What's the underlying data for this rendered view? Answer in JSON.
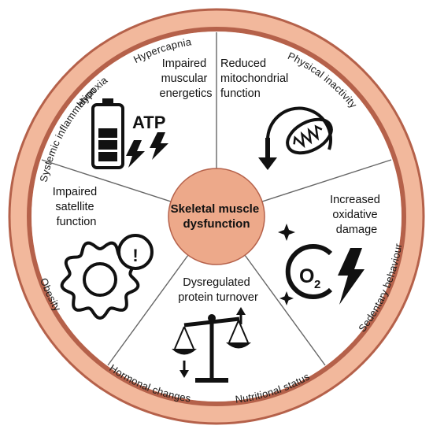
{
  "colors": {
    "ring_fill": "#f2b89c",
    "ring_stroke": "#b5614a",
    "center_fill": "#eda98a",
    "divider": "#666666",
    "ink": "#111111"
  },
  "outer_ring": {
    "labels": [
      "Hypoxia",
      "Hypercapnia",
      "Physical inactivity",
      "Sedentary behaviour",
      "Nutritional status",
      "Hormonal changes",
      "Obesity",
      "Systemic inflammation"
    ]
  },
  "center": {
    "line1": "Skeletal muscle",
    "line2": "dysfunction"
  },
  "segments": [
    {
      "name": "impaired-muscular-energetics",
      "lines": [
        "Impaired",
        "muscular",
        "energetics"
      ],
      "icon": "battery-atp-icon",
      "icon_text": "ATP"
    },
    {
      "name": "reduced-mitochondrial-function",
      "lines": [
        "Reduced",
        "mitochondrial",
        "function"
      ],
      "icon": "mitochondrion-down-icon"
    },
    {
      "name": "increased-oxidative-damage",
      "lines": [
        "Increased",
        "oxidative",
        "damage"
      ],
      "icon": "oxygen-lightning-icon",
      "icon_text": "O",
      "icon_subscript": "2"
    },
    {
      "name": "dysregulated-protein-turnover",
      "lines": [
        "Dysregulated",
        "protein turnover"
      ],
      "icon": "balance-scale-icon"
    },
    {
      "name": "impaired-satellite-function",
      "lines": [
        "Impaired",
        "satellite",
        "function"
      ],
      "icon": "gear-alert-icon",
      "icon_text": "!"
    }
  ]
}
